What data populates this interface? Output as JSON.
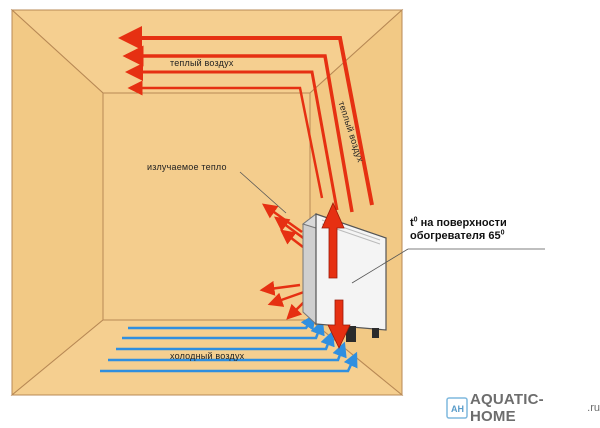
{
  "labels": {
    "warm_air_top": "теплый воздух",
    "warm_air_side": "теплый воздух",
    "radiant_heat": "излучаемое тепло",
    "surface_temp_prefix": "t",
    "surface_temp_deg_mark": "0",
    "surface_temp_line1": " на  поверхности",
    "surface_temp_line2": "обогревателя 65",
    "surface_temp_deg_mark2": "0",
    "cold_air": "холодный воздух"
  },
  "logo": {
    "name": "AQUATIC-HOME",
    "domain": ".ru",
    "mark": "AH"
  },
  "colors": {
    "wall": "#f4cd8d",
    "wall_edge": "#b88955",
    "warm_arrow": "#e63012",
    "cold_arrow": "#2f8fe0",
    "heater": "#f4f4f4"
  }
}
